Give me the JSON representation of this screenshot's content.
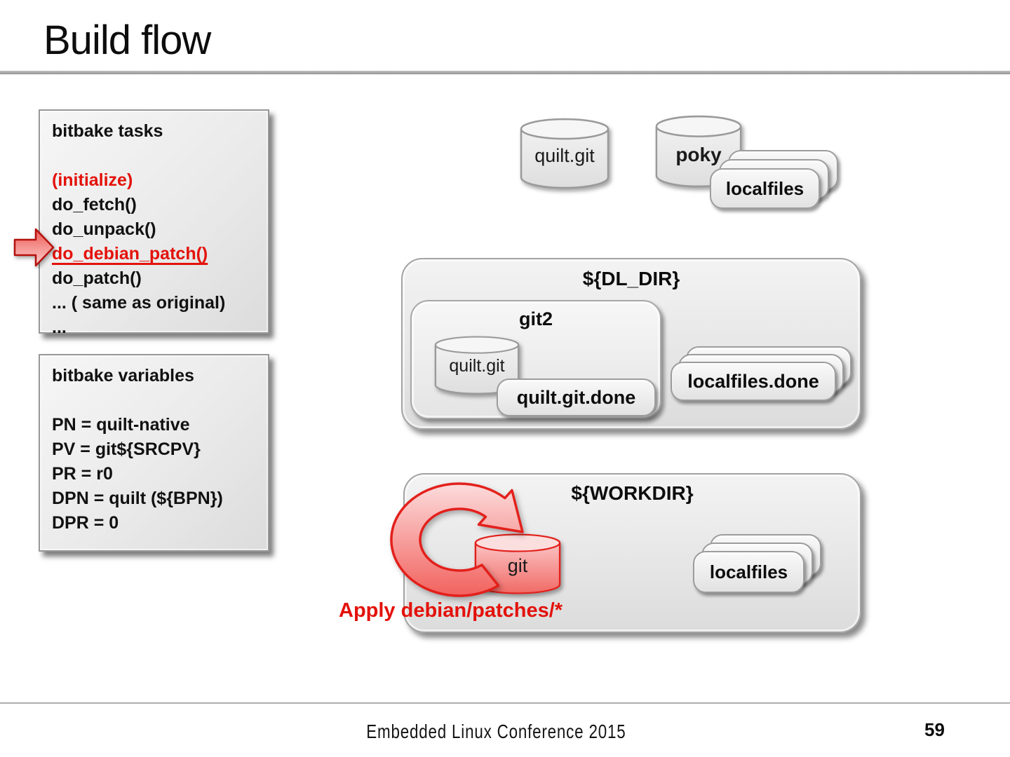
{
  "slide": {
    "title": "Build flow",
    "footer": "Embedded Linux Conference 2015",
    "page_number": "59"
  },
  "tasks_panel": {
    "lines": [
      "bitbake tasks",
      "",
      "(initialize)",
      "do_fetch()",
      "do_unpack()",
      "do_debian_patch()",
      "do_patch()",
      "... ( same as original)",
      "..."
    ]
  },
  "variables_panel": {
    "lines": [
      "bitbake variables",
      "",
      "PN = quilt-native",
      "PV = git${SRCPV}",
      "PR = r0",
      "DPN = quilt (${BPN})",
      "DPR = 0"
    ]
  },
  "diagram": {
    "quilt_git_repo": "quilt.git",
    "poky_repo": "poky",
    "localfiles_top": "localfiles",
    "dl_dir": {
      "title": "${DL_DIR}",
      "git2": "git2",
      "quilt_git": "quilt.git",
      "quilt_git_done": "quilt.git.done",
      "localfiles_done": "localfiles.done"
    },
    "workdir": {
      "title": "${WORKDIR}",
      "git": "git",
      "localfiles": "localfiles",
      "note": "Apply debian/patches/*"
    }
  },
  "colors": {
    "accent_red": "#e3120b",
    "panel_border": "#999999"
  }
}
